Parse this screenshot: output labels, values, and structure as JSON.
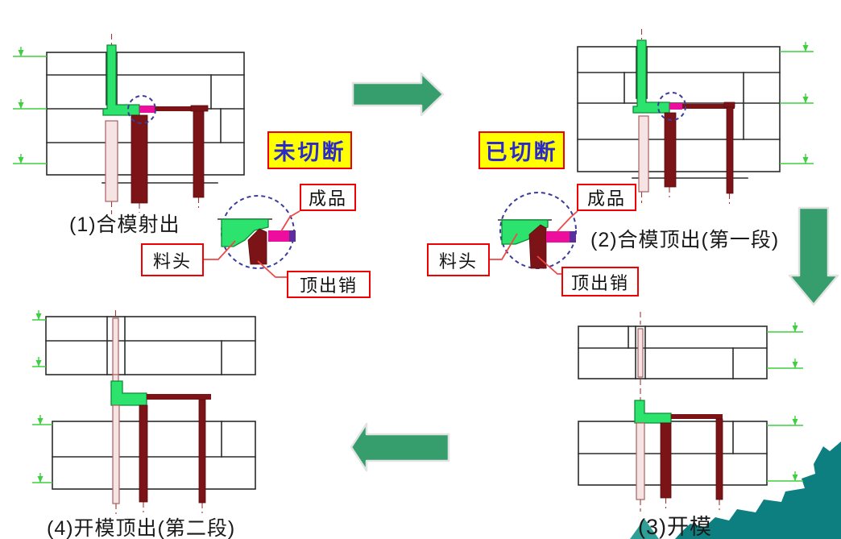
{
  "slide_type": "mold-ejection-process-diagram",
  "colors": {
    "slide_bg": "#ffffff",
    "arrow_green": "#369e6c",
    "arrow_outline": "#e3e3e3",
    "mold_line": "#2b2b2b",
    "part_green": "#2be36d",
    "part_green_dark": "#0c8c35",
    "pin_maroon": "#7c1316",
    "pin_pink": "#f6e3e3",
    "pin_pink_stroke": "#a86060",
    "runner_magenta": "#ed0e9e",
    "runner_purple": "#5b2d9e",
    "dim_green": "#3ecf3e",
    "circle_blue": "#3c3c9c",
    "centerline_red": "#9c3a3a",
    "leader_red": "#f04848",
    "label_border": "#f00000",
    "label_bg": "#ffffff",
    "label_text": "#111111",
    "highlight_bg": "#ffff00",
    "highlight_border": "#ee0000",
    "highlight_text": "#2929cc",
    "caption_text": "#1a1a1a",
    "deco_teal": "#0e7f80",
    "deco_teal_light": "#2e9e96"
  },
  "stages": [
    {
      "caption": "(1)合模射出"
    },
    {
      "caption": "(2)合模顶出(第一段)"
    },
    {
      "caption": "(3)开模"
    },
    {
      "caption": "(4)开模顶出(第二段)"
    }
  ],
  "callouts": {
    "uncut": {
      "title": "未切断",
      "product": "成品",
      "sprue": "料头",
      "ejector": "顶出销"
    },
    "cut": {
      "title": "已切断",
      "product": "成品",
      "sprue": "料头",
      "ejector": "顶出销"
    }
  }
}
